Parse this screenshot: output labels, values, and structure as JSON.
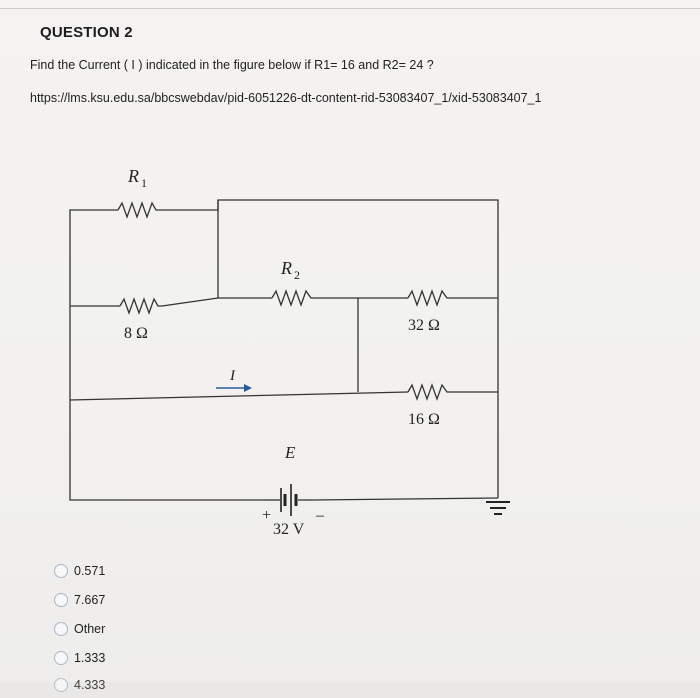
{
  "question": {
    "title": "QUESTION 2",
    "prompt": "Find the Current ( I ) indicated in the figure below if R1= 16 and R2= 24 ?",
    "link": "https://lms.ksu.edu.sa/bbcswebdav/pid-6051226-dt-content-rid-53083407_1/xid-53083407_1"
  },
  "figure": {
    "r1_label": "R",
    "r1_sub": "1",
    "r2_label": "R",
    "r2_sub": "2",
    "r8": "8 Ω",
    "r32": "32 Ω",
    "r16": "16 Ω",
    "current_label": "I",
    "source_label": "E",
    "plus": "+",
    "minus": "–",
    "voltage": "32 V"
  },
  "choices": [
    {
      "label": "0.571"
    },
    {
      "label": "7.667"
    },
    {
      "label": "Other"
    },
    {
      "label": "1.333"
    },
    {
      "label": "4.333"
    }
  ]
}
